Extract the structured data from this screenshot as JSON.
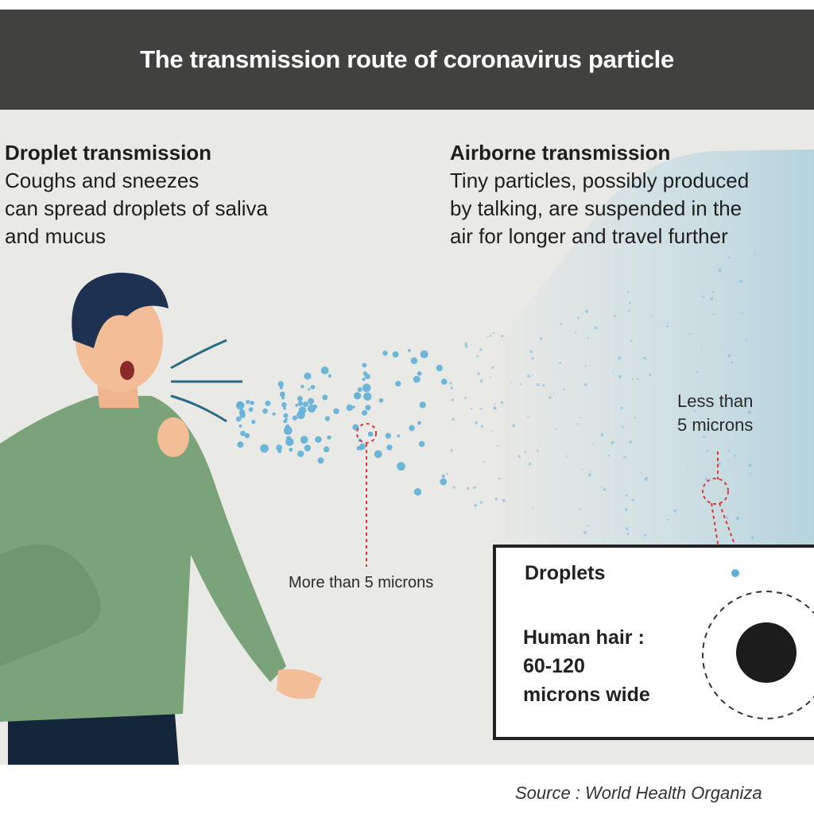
{
  "title": "The transmission route of coronavirus particle",
  "droplet": {
    "heading": "Droplet transmission",
    "lines": [
      "Coughs and sneezes",
      "can spread droplets of saliva",
      "and mucus"
    ]
  },
  "airborne": {
    "heading": "Airborne transmission",
    "lines": [
      "Tiny particles, possibly produced",
      "by talking, are suspended in the",
      "air for longer and travel further"
    ]
  },
  "labels": {
    "more_than": "More than 5 microns",
    "less_than_1": "Less than",
    "less_than_2": "5 microns"
  },
  "comparison": {
    "heading": "Droplets",
    "hair_lines": [
      "Human hair :",
      "60-120",
      "microns wide"
    ]
  },
  "source": "Source : World Health Organiza",
  "colors": {
    "header": "#414140",
    "background": "#e9e9e5",
    "droplet": "#5fb0d8",
    "accent_red": "#d33b3b",
    "shirt": "#7aa379"
  }
}
